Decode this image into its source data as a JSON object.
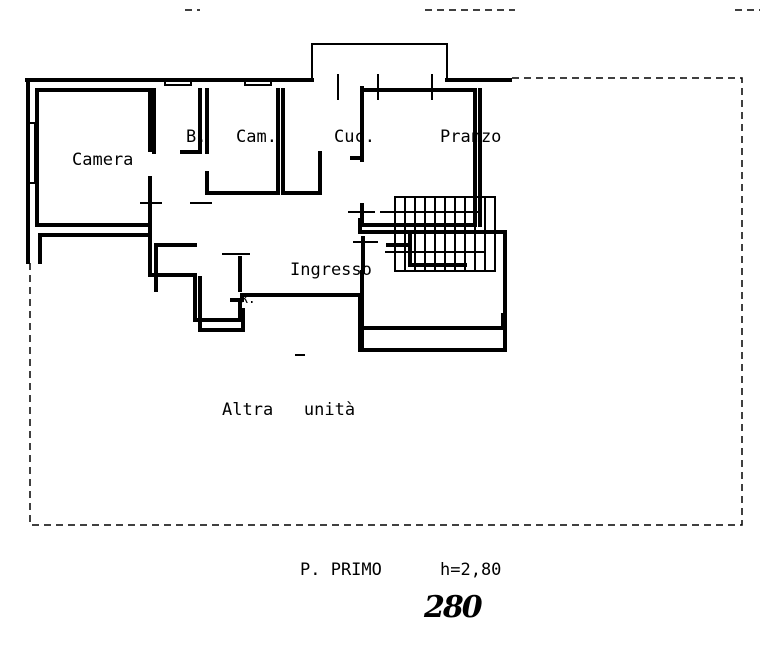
{
  "plan": {
    "rooms": {
      "camera": "Camera",
      "bagno": "B.",
      "camera2": "Cam.",
      "cucina": "Cuc.",
      "pranzo": "Pranzo",
      "ingresso": "Ingresso",
      "ripostiglio": "R.",
      "altra_unita": "Altra   unità"
    },
    "floor_label": "P. PRIMO",
    "height_label": "h=2,80",
    "handwritten_number": "280"
  }
}
